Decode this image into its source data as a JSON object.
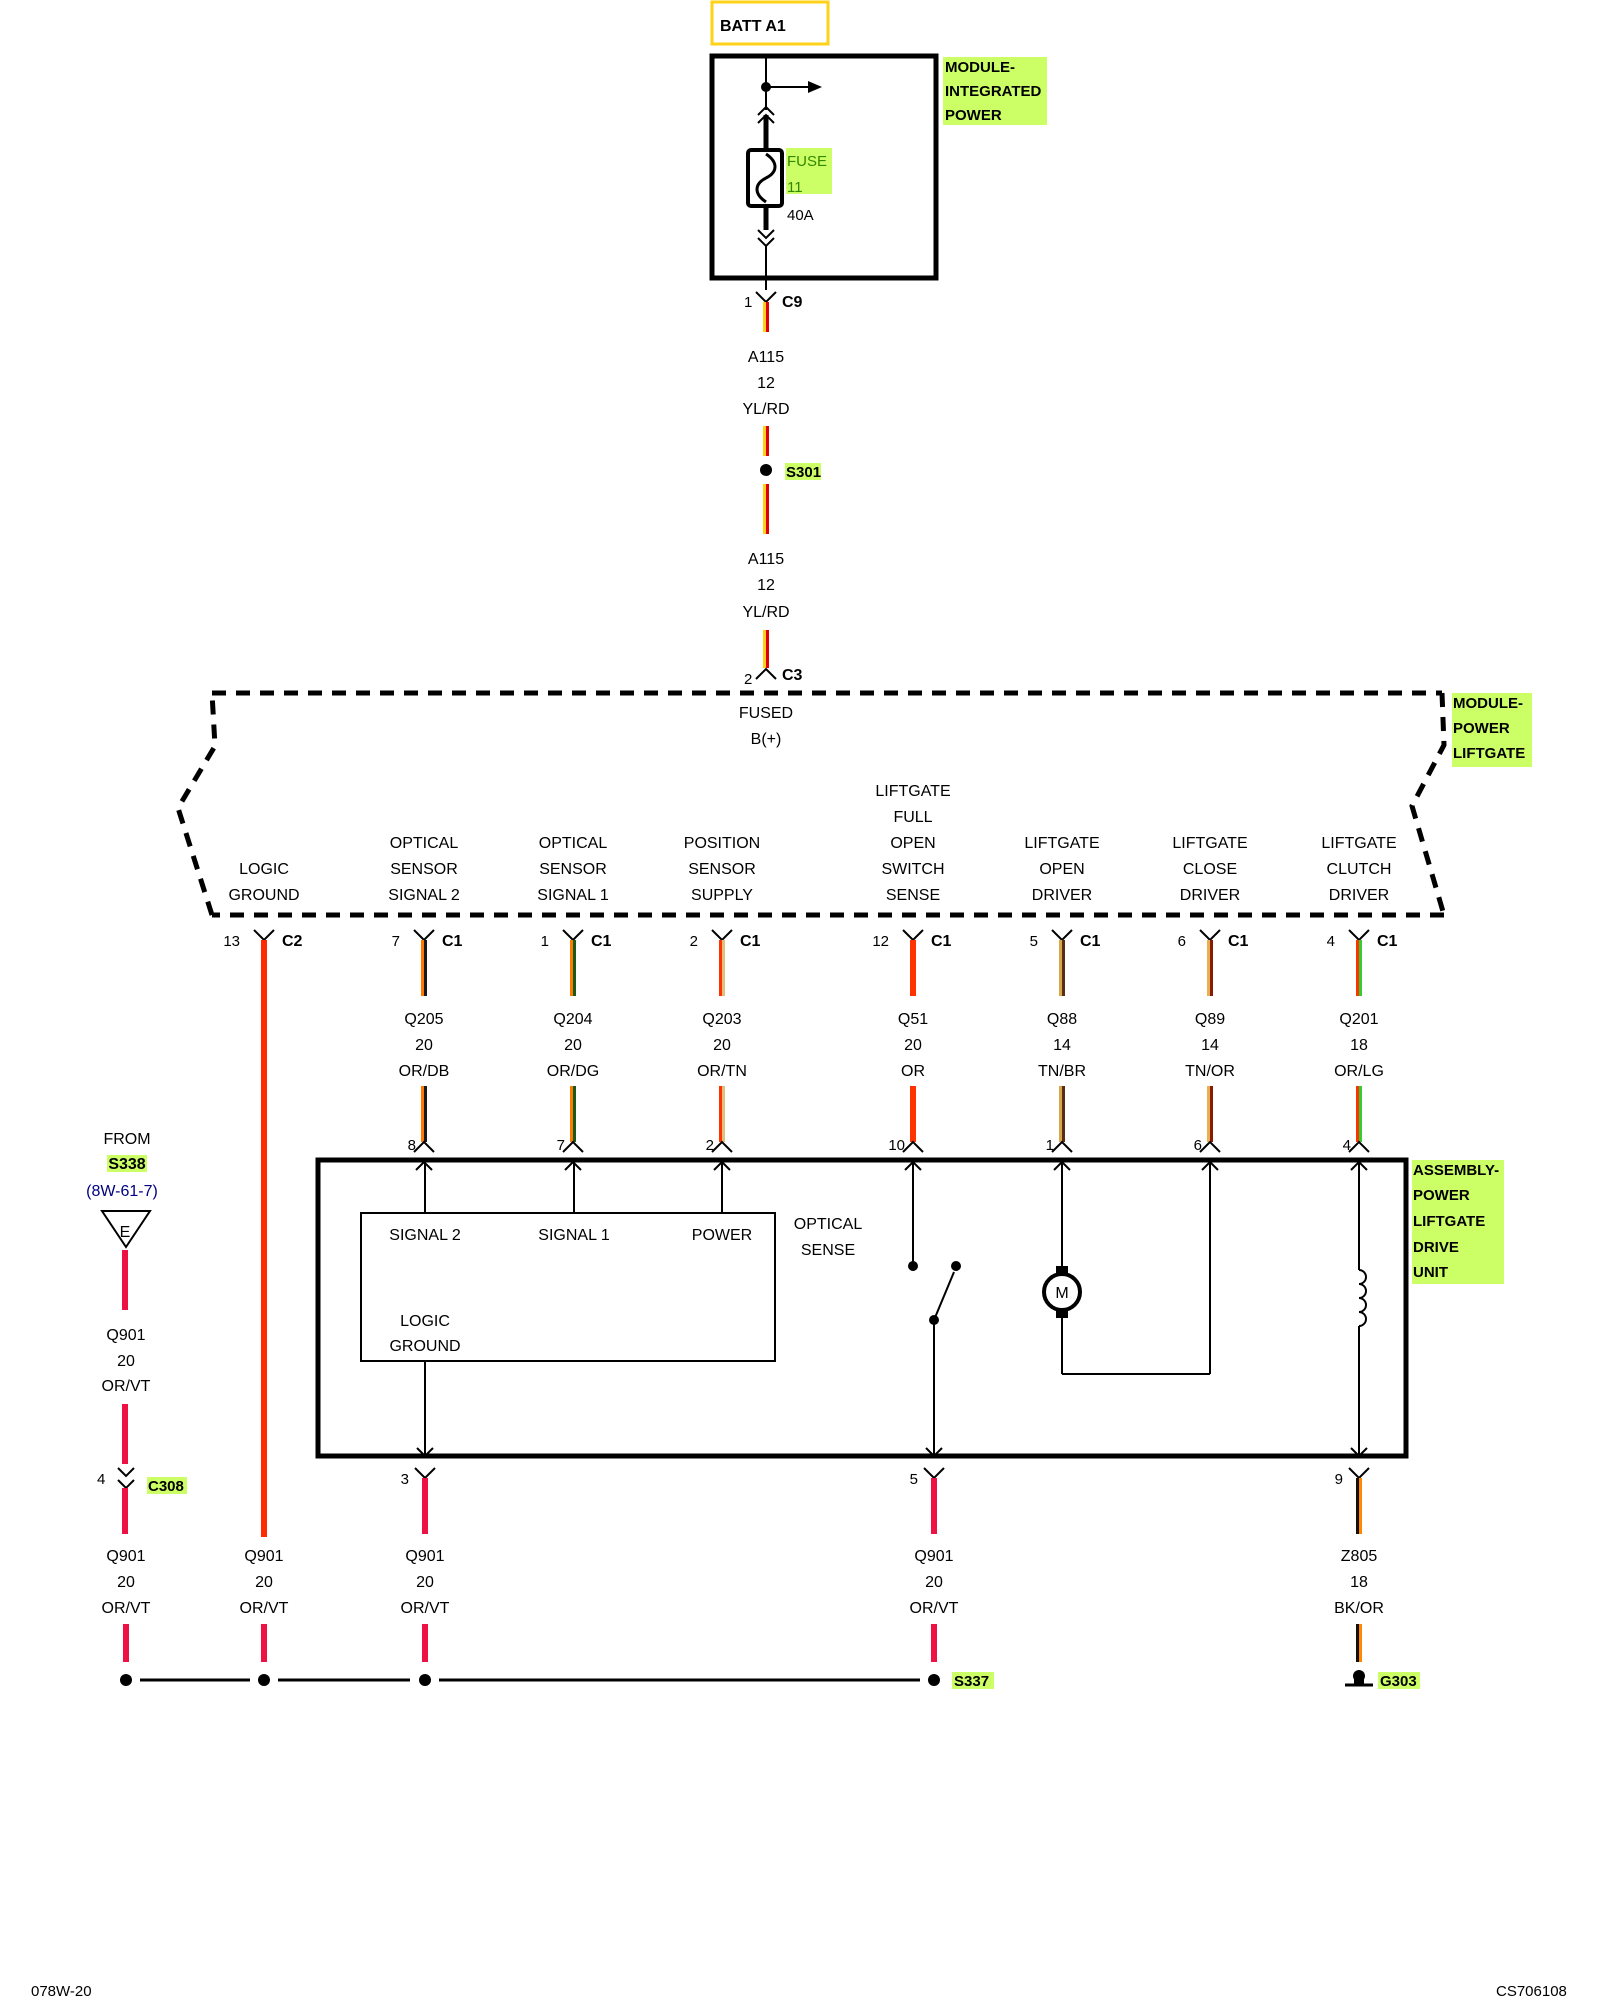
{
  "source": {
    "label": "BATT A1"
  },
  "power_module": {
    "title_lines": [
      "MODULE-",
      "INTEGRATED",
      "POWER"
    ],
    "fuse": {
      "label": "FUSE",
      "number": "11",
      "rating": "40A"
    },
    "output_connector": {
      "pin": "1",
      "name": "C9"
    }
  },
  "feed_wire": [
    {
      "circuit": "A115",
      "gauge": "12",
      "color": "YL/RD"
    },
    {
      "circuit": "A115",
      "gauge": "12",
      "color": "YL/RD"
    }
  ],
  "splice_s301": {
    "label": "S301"
  },
  "liftgate_module": {
    "title_lines": [
      "MODULE-",
      "POWER",
      "LIFTGATE"
    ],
    "input_connector": {
      "pin": "2",
      "name": "C3"
    },
    "input_label_lines": [
      "FUSED",
      "B(+)"
    ],
    "pins": [
      {
        "label_lines": [
          "LOGIC",
          "GROUND"
        ],
        "pin": "13",
        "connector": "C2",
        "circuit": "",
        "gauge": "",
        "color": "",
        "wire_colors": [
          "#ff2a00",
          "#ff2a00"
        ]
      },
      {
        "label_lines": [
          "OPTICAL",
          "SENSOR",
          "SIGNAL 2"
        ],
        "pin": "7",
        "connector": "C1",
        "circuit": "Q205",
        "gauge": "20",
        "color": "OR/DB",
        "wire_colors": [
          "#ff7a00",
          "#1a1a1a"
        ]
      },
      {
        "label_lines": [
          "OPTICAL",
          "SENSOR",
          "SIGNAL 1"
        ],
        "pin": "1",
        "connector": "C1",
        "circuit": "Q204",
        "gauge": "20",
        "color": "OR/DG",
        "wire_colors": [
          "#ff7a00",
          "#1a5a1a"
        ]
      },
      {
        "label_lines": [
          "POSITION",
          "SENSOR",
          "SUPPLY"
        ],
        "pin": "2",
        "connector": "C1",
        "circuit": "Q203",
        "gauge": "20",
        "color": "OR/TN",
        "wire_colors": [
          "#ff3300",
          "#e0c080"
        ]
      },
      {
        "label_lines": [
          "LIFTGATE",
          "FULL",
          "OPEN",
          "SWITCH",
          "SENSE"
        ],
        "pin": "12",
        "connector": "C1",
        "circuit": "Q51",
        "gauge": "20",
        "color": "OR",
        "wire_colors": [
          "#ff3300",
          "#ff3300"
        ]
      },
      {
        "label_lines": [
          "LIFTGATE",
          "OPEN",
          "DRIVER"
        ],
        "pin": "5",
        "connector": "C1",
        "circuit": "Q88",
        "gauge": "14",
        "color": "TN/BR",
        "wire_colors": [
          "#d9a64a",
          "#5a2e10"
        ]
      },
      {
        "label_lines": [
          "LIFTGATE",
          "CLOSE",
          "DRIVER"
        ],
        "pin": "6",
        "connector": "C1",
        "circuit": "Q89",
        "gauge": "14",
        "color": "TN/OR",
        "wire_colors": [
          "#e8b050",
          "#8a1a00"
        ]
      },
      {
        "label_lines": [
          "LIFTGATE",
          "CLUTCH",
          "DRIVER"
        ],
        "pin": "4",
        "connector": "C1",
        "circuit": "Q201",
        "gauge": "18",
        "color": "OR/LG",
        "wire_colors": [
          "#ff3300",
          "#33cc33"
        ]
      }
    ]
  },
  "drive_unit": {
    "title_lines": [
      "ASSEMBLY-",
      "POWER",
      "LIFTGATE",
      "DRIVE",
      "UNIT"
    ],
    "top_pins": [
      "8",
      "7",
      "2",
      "10",
      "1",
      "6",
      "4"
    ],
    "sensor_box": {
      "signal2": "SIGNAL 2",
      "signal1": "SIGNAL 1",
      "power": "POWER",
      "ground_lines": [
        "LOGIC",
        "GROUND"
      ]
    },
    "optical_sense_lines": [
      "OPTICAL",
      "SENSE"
    ],
    "motor_label": "M",
    "bottom_pins": [
      "3",
      "5",
      "9"
    ]
  },
  "external_feed": {
    "from_label": "FROM",
    "splice": "S338",
    "ref": "(8W-61-7)",
    "terminal": "E",
    "wire": {
      "circuit": "Q901",
      "gauge": "20",
      "color": "OR/VT"
    },
    "connector": {
      "pin": "4",
      "name": "C308"
    }
  },
  "ground_wires": [
    {
      "circuit": "Q901",
      "gauge": "20",
      "color": "OR/VT"
    },
    {
      "circuit": "Q901",
      "gauge": "20",
      "color": "OR/VT"
    },
    {
      "circuit": "Q901",
      "gauge": "20",
      "color": "OR/VT"
    },
    {
      "circuit": "Q901",
      "gauge": "20",
      "color": "OR/VT"
    },
    {
      "circuit": "Z805",
      "gauge": "18",
      "color": "BK/OR"
    }
  ],
  "splice_s337": {
    "label": "S337"
  },
  "ground_g303": {
    "label": "G303"
  },
  "footer": {
    "page_ref": "078W-20",
    "figure_id": "CS706108"
  }
}
